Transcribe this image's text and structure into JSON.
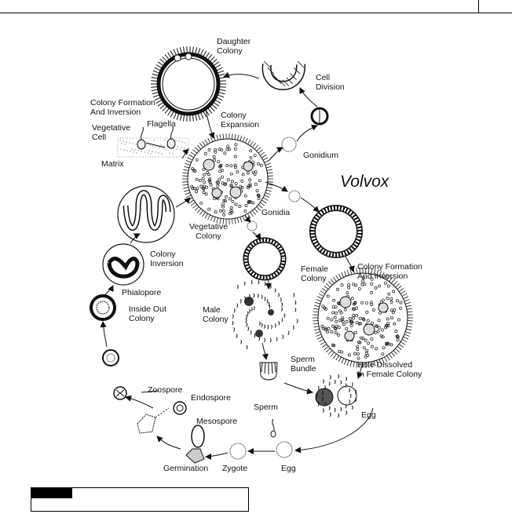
{
  "diagram": {
    "title": "Volvox",
    "labels": {
      "daughter_colony": [
        "Daughter",
        "Colony"
      ],
      "cell_division": [
        "Cell",
        "Division"
      ],
      "colony_formation_inversion_top": [
        "Colony Formation",
        "And Inversion"
      ],
      "colony_expansion": [
        "Colony",
        "Expansion"
      ],
      "vegetative_cell": [
        "Vegetative",
        "Cell"
      ],
      "flagella": "Flagella",
      "matrix": "Matrix",
      "gonidium": "Gonidium",
      "gonidia": "Gonidia",
      "vegetative_colony": [
        "Vegetative",
        "Colony"
      ],
      "colony_inversion": [
        "Colony",
        "Inversion"
      ],
      "phialopore": "Phialopore",
      "inside_out_colony": [
        "Inside Out",
        "Colony"
      ],
      "female_colony": [
        "Female",
        "Colony"
      ],
      "colony_formation_inversion_right": [
        "Colony Formation",
        "And Inversion"
      ],
      "male_colony": [
        "Male",
        "Colony"
      ],
      "sperm_bundle": [
        "Sperm",
        "Bundle"
      ],
      "hole_dissolved": [
        "Hole Dissolved",
        "In Female Colony"
      ],
      "egg_upper": "Egg",
      "sperm": "Sperm",
      "zoospore": "Zoospore",
      "endospore": "Endospore",
      "mesospore": "Mesospore",
      "germination": "Germination",
      "zygote": "Zygote",
      "egg_lower": "Egg"
    }
  }
}
